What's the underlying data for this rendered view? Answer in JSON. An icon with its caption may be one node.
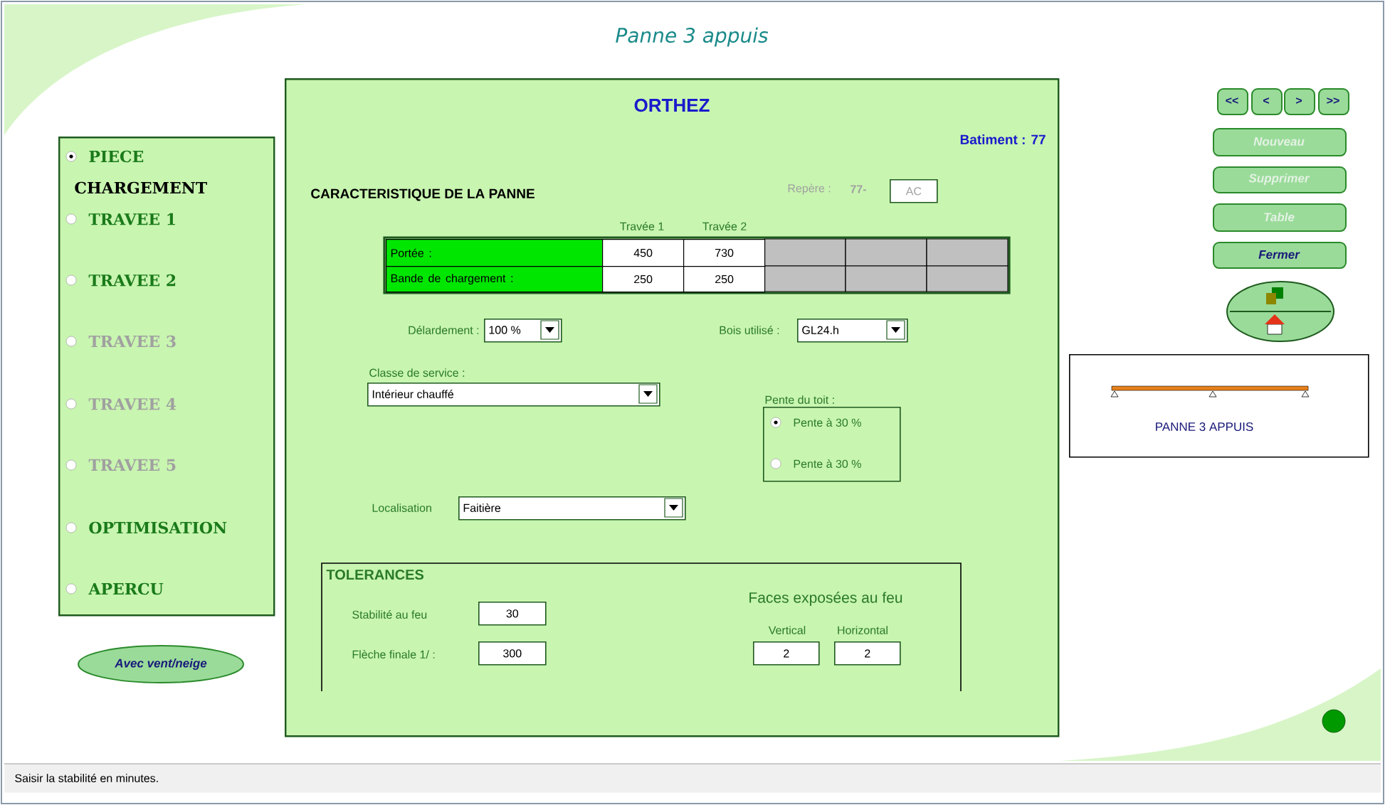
{
  "diagram": {
    "title": "Panne 3 appuis",
    "nodes": [
      {
        "text": [
          "PIECE",
          "CHARGEMENT",
          "TRAVEE 1",
          "TRAVEE 2",
          "TRAVEE 3",
          "TRAVEE 4",
          "TRAVEE 5",
          "OPTIMISATION",
          "APERCU"
        ]
      },
      {
        "text": [
          "Avec vent/neige"
        ]
      },
      {
        "text": [
          "ORTHEZ",
          "Batiment : 77",
          "CARACTERISTIQUE DE LA PANNE"
        ]
      },
      {
        "text": [
          "AC"
        ],
        "in": 2
      },
      {
        "text": [
          "100 %"
        ],
        "in": 2
      },
      {
        "text": [
          "GL24.h"
        ],
        "in": 2
      },
      {
        "text": [
          "Intérieur chauffé"
        ],
        "in": 2
      },
      {
        "text": [
          "Faitière"
        ],
        "in": 2
      },
      {
        "text": [
          "Pente du toit :",
          "Pente à 30 %",
          "Pente à 30 %"
        ],
        "in": 2
      },
      {
        "text": [
          "TOLERANCES",
          "Faces exposées au feu"
        ],
        "in": 2
      },
      {
        "text": [
          "30"
        ],
        "in": 9
      },
      {
        "text": [
          "300"
        ],
        "in": 9
      },
      {
        "text": [
          "2"
        ],
        "in": 9
      },
      {
        "text": [
          "2"
        ],
        "in": 9
      },
      {
        "text": [
          "<<"
        ]
      },
      {
        "text": [
          "<"
        ]
      },
      {
        "text": [
          ">"
        ]
      },
      {
        "text": [
          ">>"
        ]
      },
      {
        "text": [
          "Nouveau"
        ]
      },
      {
        "text": [
          "Supprimer"
        ]
      },
      {
        "text": [
          "Table"
        ]
      },
      {
        "text": [
          "Fermer"
        ]
      },
      {
        "text": [],
        "shape": "ellipse"
      },
      {
        "text": [
          "PANNE 3 APPUIS"
        ]
      },
      {
        "text": [
          "Saisir la stabilité en minutes."
        ]
      }
    ],
    "labels": [
      "Repère :",
      "77-",
      "Travée 1",
      "Travée 2",
      "Portée :",
      "450",
      "730",
      "Bande de chargement :",
      "250",
      "250",
      "Délardement :",
      "Bois utilisé :",
      "Classe de service :",
      "Localisation",
      "Stabilité au feu",
      "Flèche finale 1/ :",
      "Vertical",
      "Horizontal"
    ]
  }
}
